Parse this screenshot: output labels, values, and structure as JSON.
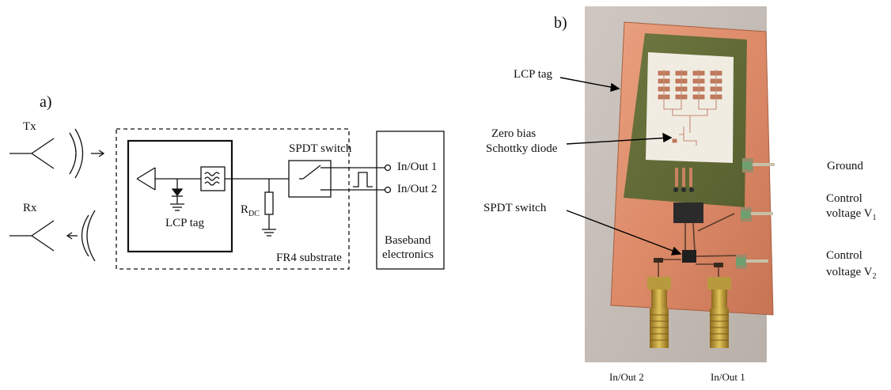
{
  "panel_a": {
    "letter": "a)",
    "tx": "Tx",
    "rx": "Rx",
    "lcp_tag": "LCP tag",
    "spdt_switch": "SPDT switch",
    "rdc_main": "R",
    "rdc_sub": "DC",
    "fr4": "FR4 substrate",
    "inout1": "In/Out 1",
    "inout2": "In/Out 2",
    "baseband_line1": "Baseband",
    "baseband_line2": "electronics"
  },
  "panel_b": {
    "letter": "b)",
    "lcp_tag": "LCP tag",
    "diode_line1": "Zero bias",
    "diode_line2": "Schottky diode",
    "spdt_switch": "SPDT switch",
    "ground": "Ground",
    "ctrl1_line1": "Control",
    "ctrl1_line2": "voltage V",
    "ctrl1_sub": "1",
    "ctrl2_line1": "Control",
    "ctrl2_line2": "voltage V",
    "ctrl2_sub": "2",
    "inout2": "In/Out 2",
    "inout1": "In/Out 1"
  }
}
